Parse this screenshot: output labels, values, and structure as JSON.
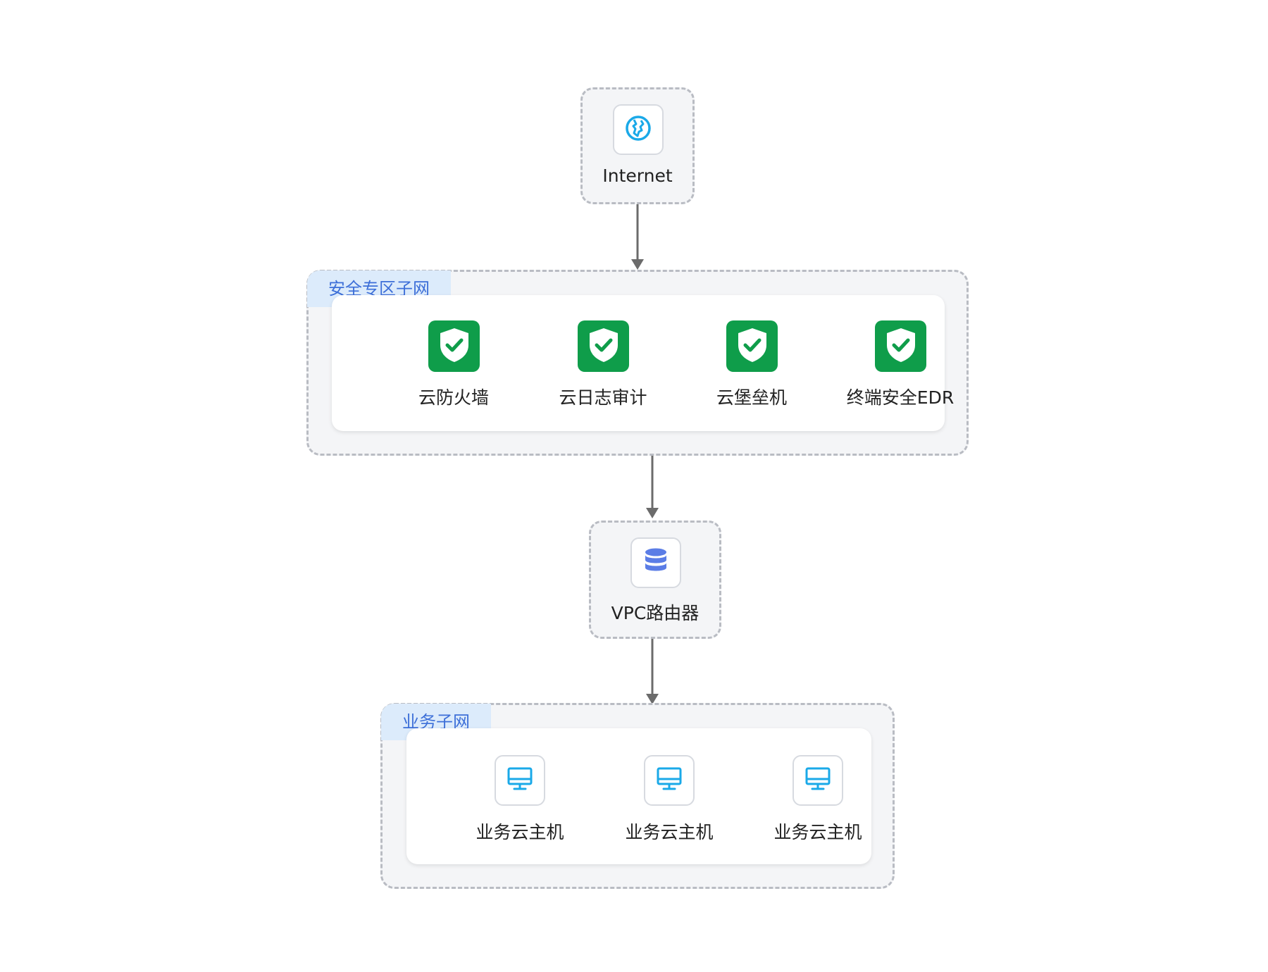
{
  "colors": {
    "accent_blue": "#3d6fd8",
    "tag_background": "#dcebfb",
    "shield_green": "#0f9d4a",
    "globe_blue": "#1aa9e8",
    "database_blue": "#5b7de6",
    "host_blue": "#1aa9e8",
    "edge_gray": "#6b6b6b",
    "dashed_border": "#b9bcc3"
  },
  "internet": {
    "label": "Internet",
    "icon": "globe-icon"
  },
  "security_zone": {
    "tag": "安全专区子网",
    "items": [
      {
        "label": "云防火墙",
        "icon": "shield-check-icon"
      },
      {
        "label": "云日志审计",
        "icon": "shield-check-icon"
      },
      {
        "label": "云堡垒机",
        "icon": "shield-check-icon"
      },
      {
        "label": "终端安全EDR",
        "icon": "shield-check-icon"
      }
    ]
  },
  "vpc_router": {
    "label": "VPC路由器",
    "icon": "database-icon"
  },
  "business_zone": {
    "tag": "业务子网",
    "items": [
      {
        "label": "业务云主机",
        "icon": "monitor-icon"
      },
      {
        "label": "业务云主机",
        "icon": "monitor-icon"
      },
      {
        "label": "业务云主机",
        "icon": "monitor-icon"
      }
    ]
  },
  "edges": [
    {
      "from": "internet",
      "to": "security_zone"
    },
    {
      "from": "security_zone",
      "to": "vpc_router"
    },
    {
      "from": "vpc_router",
      "to": "business_zone"
    }
  ]
}
